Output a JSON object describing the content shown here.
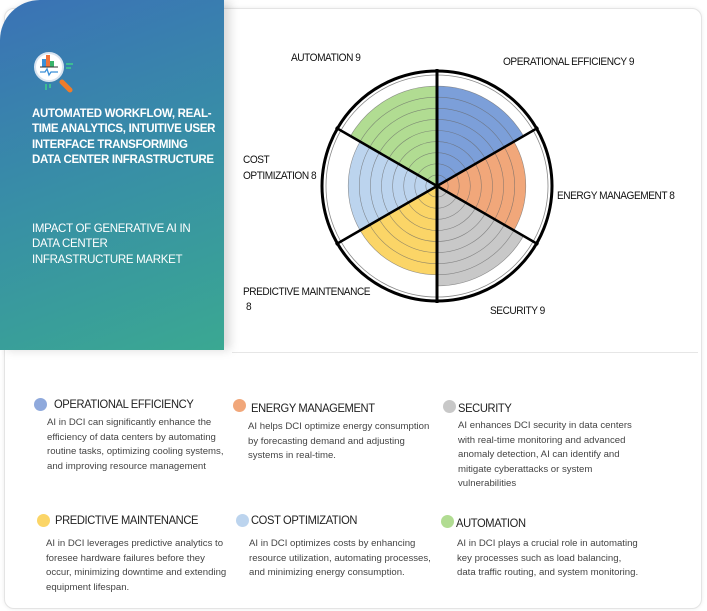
{
  "panel": {
    "headline": "AUTOMATED WORKFLOW, REAL-TIME ANALYTICS, INTUITIVE USER INTERFACE TRANSFORMING DATA CENTER INFRASTRUCTURE",
    "subtitle": "IMPACT OF GENERATIVE AI IN DATA CENTER INFRASTRUCTURE MARKET",
    "icon": "analytics-magnifier-icon"
  },
  "chart_data": {
    "type": "polar-area",
    "max": 10,
    "categories": [
      "OPERATIONAL EFFICIENCY",
      "ENERGY MANAGEMENT",
      "SECURITY",
      "PREDICTIVE MAINTENANCE",
      "COST OPTIMIZATION",
      "AUTOMATION"
    ],
    "values": [
      9,
      8,
      9,
      8,
      8,
      9
    ],
    "colors": [
      "#7c9fd9",
      "#f1a77a",
      "#c8c8c8",
      "#fbd567",
      "#bcd4ee",
      "#b1dc92"
    ],
    "labels": [
      "OPERATIONAL EFFICIENCY 9",
      "ENERGY MANAGEMENT 8",
      "SECURITY 9",
      "PREDICTIVE MAINTENANCE 8",
      "COST OPTIMIZATION 8",
      "AUTOMATION 9"
    ]
  },
  "chart_labels": {
    "automation": "AUTOMATION 9",
    "operational": "OPERATIONAL EFFICIENCY 9",
    "energy": "ENERGY MANAGEMENT 8",
    "security": "SECURITY 9",
    "predictive_1": "PREDICTIVE MAINTENANCE",
    "predictive_2": "8",
    "cost_1": "COST",
    "cost_2": "OPTIMIZATION 8"
  },
  "legend": [
    {
      "title": "OPERATIONAL EFFICIENCY",
      "color": "#8fa9dc",
      "text": "AI in DCI can significantly enhance the efficiency of data centers by automating routine tasks, optimizing cooling systems, and improving resource management"
    },
    {
      "title": "ENERGY MANAGEMENT",
      "color": "#f1a77a",
      "text": "AI helps DCI optimize energy consumption by forecasting demand and adjusting systems in real-time."
    },
    {
      "title": "SECURITY",
      "color": "#c8c8c8",
      "text": "AI enhances DCI security in data centers with real-time monitoring and advanced anomaly detection, AI can identify and mitigate cyberattacks or system vulnerabilities"
    },
    {
      "title": "PREDICTIVE MAINTENANCE",
      "color": "#fbd567",
      "text": "AI in DCI leverages predictive analytics to foresee hardware failures before they occur, minimizing downtime and extending equipment lifespan."
    },
    {
      "title": "COST OPTIMIZATION",
      "color": "#bcd4ee",
      "text": "AI in DCI optimizes costs by enhancing resource utilization, automating processes, and minimizing energy consumption."
    },
    {
      "title": "AUTOMATION",
      "color": "#b1dc92",
      "text": "AI in  DCI plays a crucial role in automating key processes such as load balancing, data traffic routing, and system monitoring."
    }
  ]
}
